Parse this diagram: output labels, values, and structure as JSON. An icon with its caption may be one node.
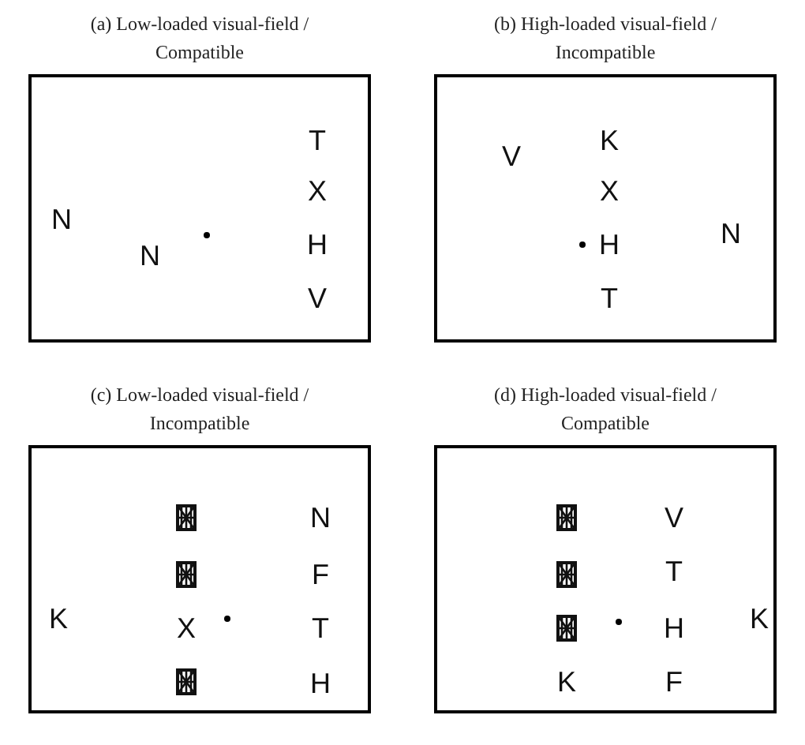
{
  "diagram": {
    "nodes": [
      {
        "text": [
          "(a) Low-loaded visual-field / Compatible",
          "N",
          "N",
          "T",
          "X",
          "H",
          "V"
        ]
      },
      {
        "text": [
          "(b) High-loaded visual-field / Incompatible",
          "V",
          "K",
          "X",
          "H",
          "T",
          "N"
        ]
      },
      {
        "text": [
          "(c) Low-loaded visual-field / Incompatible",
          "K",
          "X",
          "N",
          "F",
          "T",
          "H"
        ]
      },
      {
        "text": [
          "(d) High-loaded visual-field / Compatible",
          "K",
          "V",
          "T",
          "H",
          "F",
          "K"
        ]
      }
    ]
  }
}
